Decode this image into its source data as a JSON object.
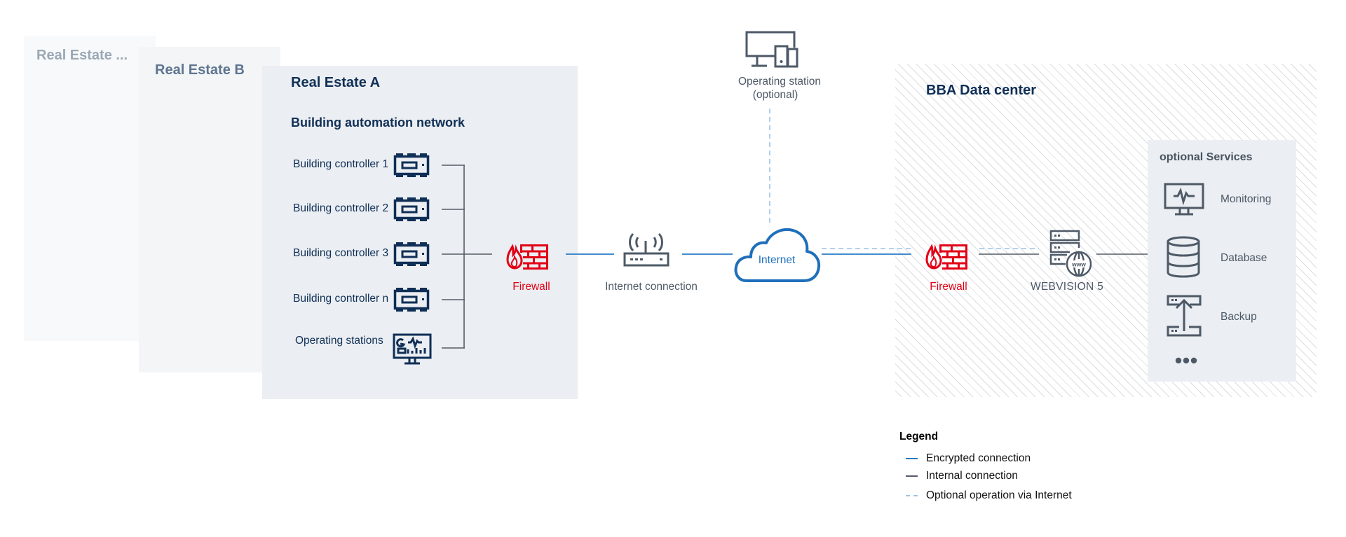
{
  "real_estates": {
    "etc": {
      "title": "Real Estate ..."
    },
    "b": {
      "title": "Real Estate B"
    },
    "a": {
      "title": "Real Estate A",
      "network_title": "Building automation network",
      "devices": [
        {
          "label": "Building controller 1",
          "icon": "controller-icon"
        },
        {
          "label": "Building controller 2",
          "icon": "controller-icon"
        },
        {
          "label": "Building controller 3",
          "icon": "controller-icon"
        },
        {
          "label": "Building controller n",
          "icon": "controller-icon"
        },
        {
          "label": "Operating stations",
          "icon": "dashboard-monitor-icon"
        }
      ],
      "firewall_label": "Firewall"
    }
  },
  "internet_connection": {
    "label": "Internet connection",
    "icon": "router-icon"
  },
  "operating_station": {
    "label_line1": "Operating station",
    "label_line2": "(optional)",
    "icon": "desktop-tablet-icon"
  },
  "internet": {
    "label": "Internet",
    "icon": "cloud-icon"
  },
  "data_center": {
    "title": "BBA Data center",
    "firewall_label": "Firewall",
    "webvision_label": "WEBVISION 5",
    "services": {
      "title": "optional Services",
      "items": [
        {
          "label": "Monitoring",
          "icon": "monitoring-icon"
        },
        {
          "label": "Database",
          "icon": "database-icon"
        },
        {
          "label": "Backup",
          "icon": "backup-icon"
        }
      ],
      "more": "more-dots-icon"
    }
  },
  "legend": {
    "title": "Legend",
    "items": [
      {
        "label": "Encrypted connection",
        "style": "encrypted",
        "color": "#2a7bc4"
      },
      {
        "label": "Internal connection",
        "style": "internal",
        "color": "#555c66"
      },
      {
        "label": "Optional operation via Internet",
        "style": "optional",
        "color": "#9cc3e6"
      }
    ]
  },
  "colors": {
    "navy": "#0f2f56",
    "firewall_red": "#e20015",
    "encrypted_blue": "#2a7bc4",
    "internal_gray": "#555c66",
    "optional_blue": "#9cc3e6"
  }
}
